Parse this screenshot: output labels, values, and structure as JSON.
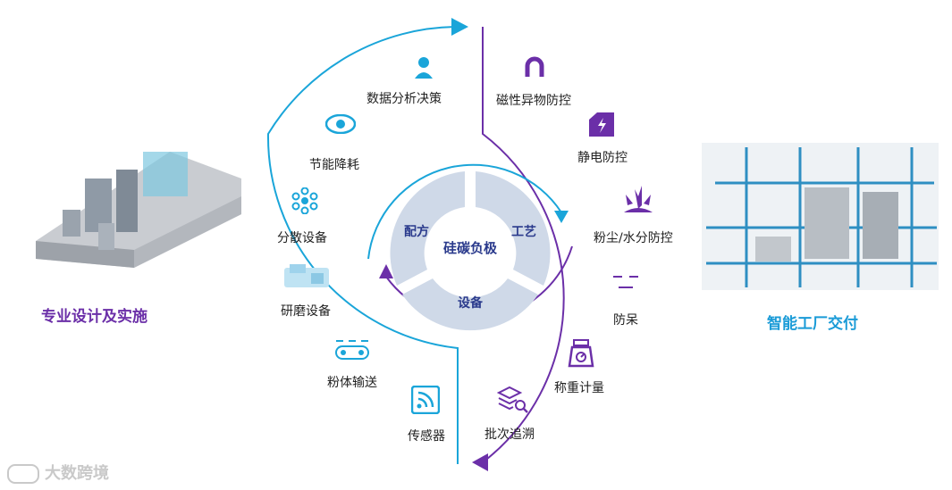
{
  "left_panel": {
    "title": "专业设计及实施",
    "title_color": "#6b2fa8"
  },
  "right_panel": {
    "title": "智能工厂交付",
    "title_color": "#1a9bd7"
  },
  "center": {
    "core": "硅碳负极",
    "segments": [
      "配方",
      "工艺",
      "设备"
    ],
    "segment_fill": "#cfd9e8",
    "text_color": "#2a3a8c"
  },
  "left_arc_items": [
    {
      "label": "数据分析决策",
      "icon": "user-icon"
    },
    {
      "label": "节能降耗",
      "icon": "eye-icon"
    },
    {
      "label": "分散设备",
      "icon": "dispersion-icon"
    },
    {
      "label": "研磨设备",
      "icon": "grinder-icon"
    },
    {
      "label": "粉体输送",
      "icon": "conveyor-icon"
    },
    {
      "label": "传感器",
      "icon": "wifi-sensor-icon"
    }
  ],
  "right_arc_items": [
    {
      "label": "磁性异物防控",
      "icon": "magnet-icon"
    },
    {
      "label": "静电防控",
      "icon": "lightning-icon"
    },
    {
      "label": "粉尘/水分防控",
      "icon": "splash-icon"
    },
    {
      "label": "防呆",
      "icon": "foolproof-icon"
    },
    {
      "label": "称重计量",
      "icon": "scale-icon"
    },
    {
      "label": "批次追溯",
      "icon": "layers-search-icon"
    }
  ],
  "colors": {
    "left_arc": "#1aa5d9",
    "right_arc": "#6b2fa8",
    "inner_arc": "#6b2fa8"
  },
  "watermark": "大数跨境"
}
